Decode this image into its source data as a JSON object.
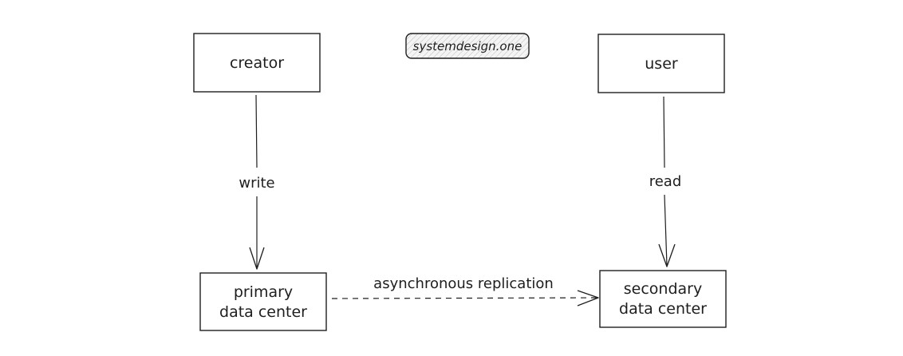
{
  "diagram": {
    "brand": "systemdesign.one",
    "nodes": {
      "creator": {
        "label": "creator"
      },
      "user": {
        "label": "user"
      },
      "primary": {
        "line1": "primary",
        "line2": "data center"
      },
      "secondary": {
        "line1": "secondary",
        "line2": "data center"
      }
    },
    "edges": {
      "write": {
        "label": "write",
        "style": "solid"
      },
      "read": {
        "label": "read",
        "style": "solid"
      },
      "replication": {
        "label": "asynchronous replication",
        "style": "dashed"
      }
    },
    "colors": {
      "stroke": "#1e1e1e",
      "brand_fill": "#f1f1f1",
      "background": "#ffffff"
    }
  }
}
